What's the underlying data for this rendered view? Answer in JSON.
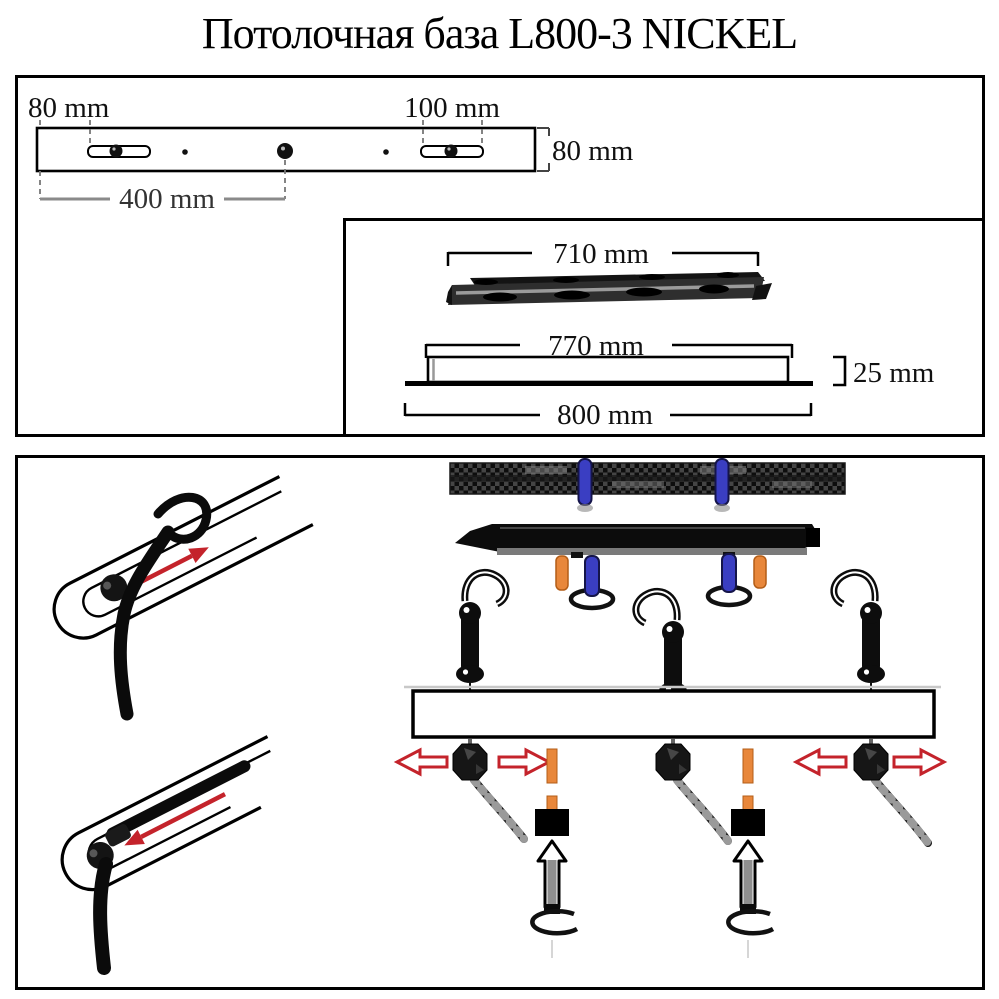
{
  "title": "Потолочная база L800-3 NICKEL",
  "dimensions_panel": {
    "top_view": {
      "edge_offset": "80 mm",
      "slot_length": "100 mm",
      "bar_height": "80 mm",
      "hole_spacing": "400 mm"
    },
    "side_view": {
      "plate_length": "710 mm",
      "body_length": "770 mm",
      "body_height": "25 mm",
      "overall_length": "800 mm"
    }
  },
  "colors": {
    "arrow_red": "#c4232b",
    "pin_orange": "#e8873b",
    "pin_blue": "#3a3ec2",
    "line_black": "#000000",
    "dim_gray": "#888888"
  }
}
